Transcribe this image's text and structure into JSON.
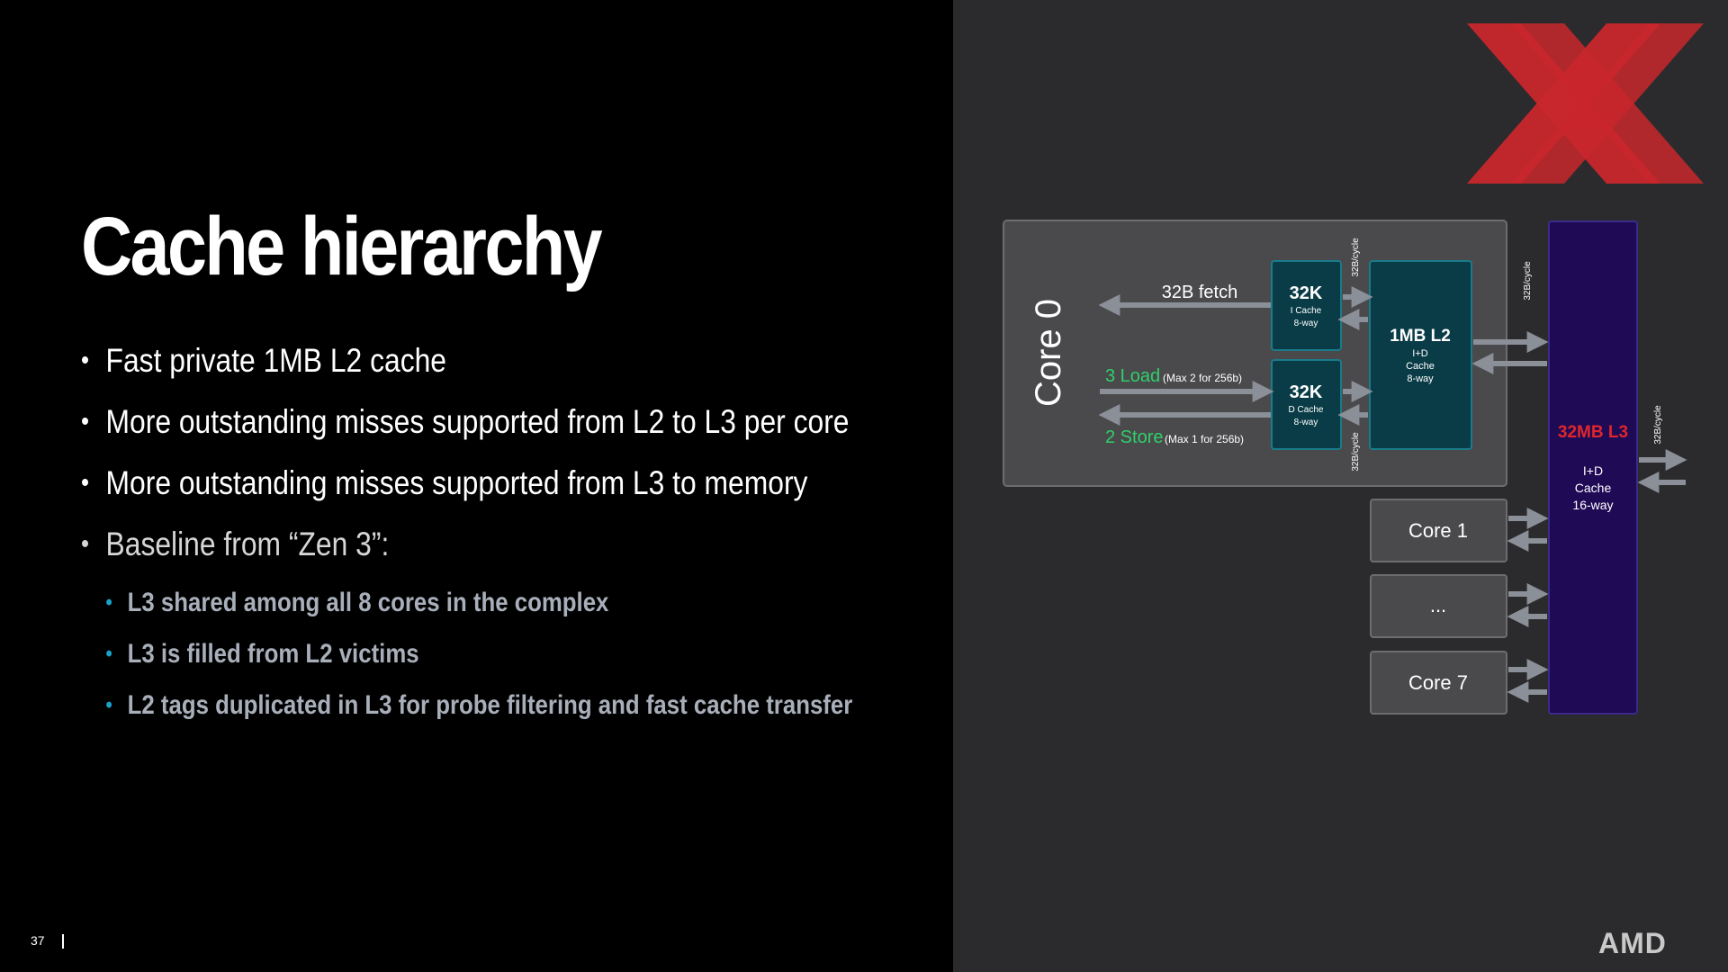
{
  "slide": {
    "title": "Cache hierarchy",
    "bullets": [
      {
        "text": "Fast private 1MB L2 cache"
      },
      {
        "text": "More outstanding misses supported from L2 to L3 per core"
      },
      {
        "text": "More outstanding misses supported from L3 to memory"
      },
      {
        "text": "Baseline from “Zen 3”:"
      }
    ],
    "sub_bullets": [
      {
        "text": "L3 shared among all 8 cores in the complex"
      },
      {
        "text": "L3 is filled from L2 victims"
      },
      {
        "text": "L2 tags duplicated in L3 for probe filtering and fast cache transfer"
      }
    ],
    "bullet_glyph": "•",
    "page_number": "37"
  },
  "diagram": {
    "core0_label": "Core 0",
    "fetch_label": "32B fetch",
    "load_label": "3 Load",
    "load_note": "(Max 2 for 256b)",
    "store_label": "2 Store",
    "store_note": "(Max 1 for 256b)",
    "icache": {
      "size": "32K",
      "line1": "I Cache",
      "line2": "8-way"
    },
    "dcache": {
      "size": "32K",
      "line1": "D Cache",
      "line2": "8-way"
    },
    "l2": {
      "size": "1MB L2",
      "line1": "I+D",
      "line2": "Cache",
      "line3": "8-way"
    },
    "l3": {
      "size": "32MB L3",
      "line1": "I+D",
      "line2": "Cache",
      "line3": "16-way"
    },
    "bandwidth_labels": {
      "top": "32B/cycle",
      "bottom": "32B/cycle",
      "l2_l3": "32B/cycle",
      "l3_mem": "32B/cycle"
    },
    "other_cores": [
      "Core 1",
      "...",
      "Core 7"
    ]
  },
  "colors": {
    "green": "#2fd06a",
    "red": "#e0252b",
    "l3_fill": "#1f0a55",
    "cache_fill": "#0a3c47",
    "logo_red": "#c8272d",
    "sub_bullet_dot": "#1aa3c8"
  },
  "logo": {
    "text": "AMD"
  }
}
